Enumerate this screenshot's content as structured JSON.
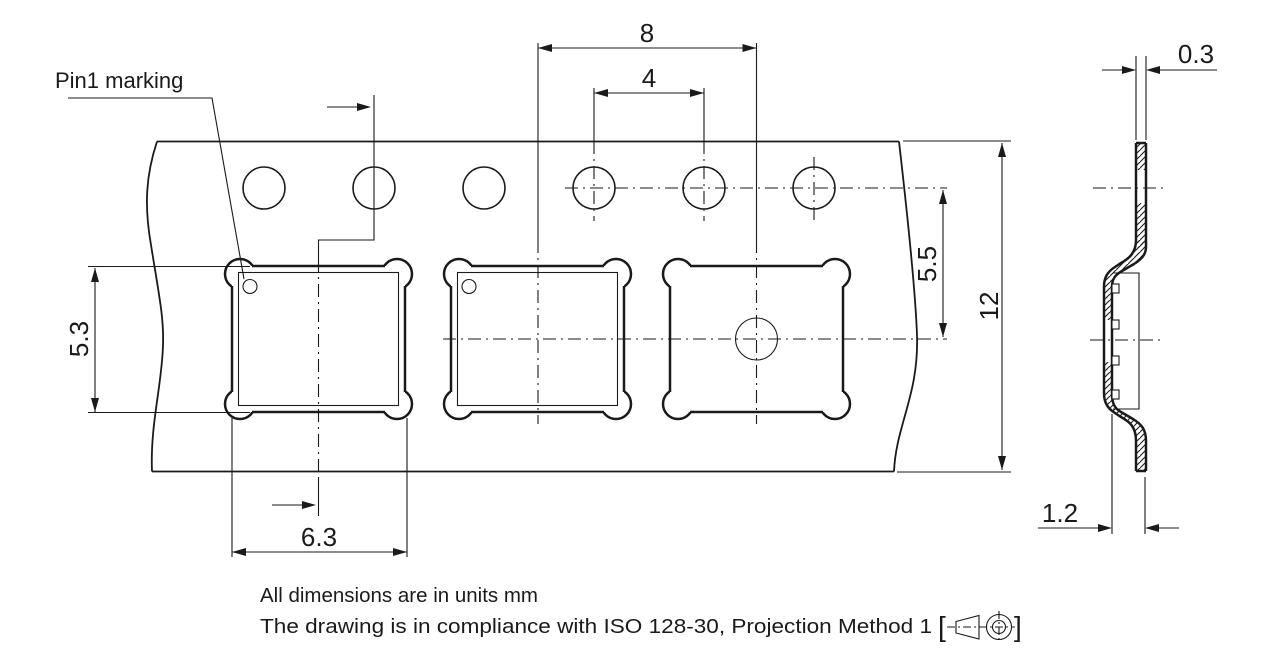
{
  "pin1_label": "Pin1 marking",
  "dimensions": {
    "pocket_pitch": "8",
    "sprocket_hole_pitch": "4",
    "tape_thickness": "0.3",
    "pocket_length": "5.3",
    "hole_to_pocket_center": "5.5",
    "tape_width": "12",
    "pocket_width": "6.3",
    "pocket_depth": "1.2"
  },
  "notes": {
    "units": "All dimensions are in units mm",
    "compliance": "The drawing is in compliance with ISO 128-30, Projection Method 1",
    "bracket_open": "[",
    "bracket_close": "]"
  },
  "colors": {
    "line": "#1a1a1a",
    "background": "#ffffff"
  }
}
